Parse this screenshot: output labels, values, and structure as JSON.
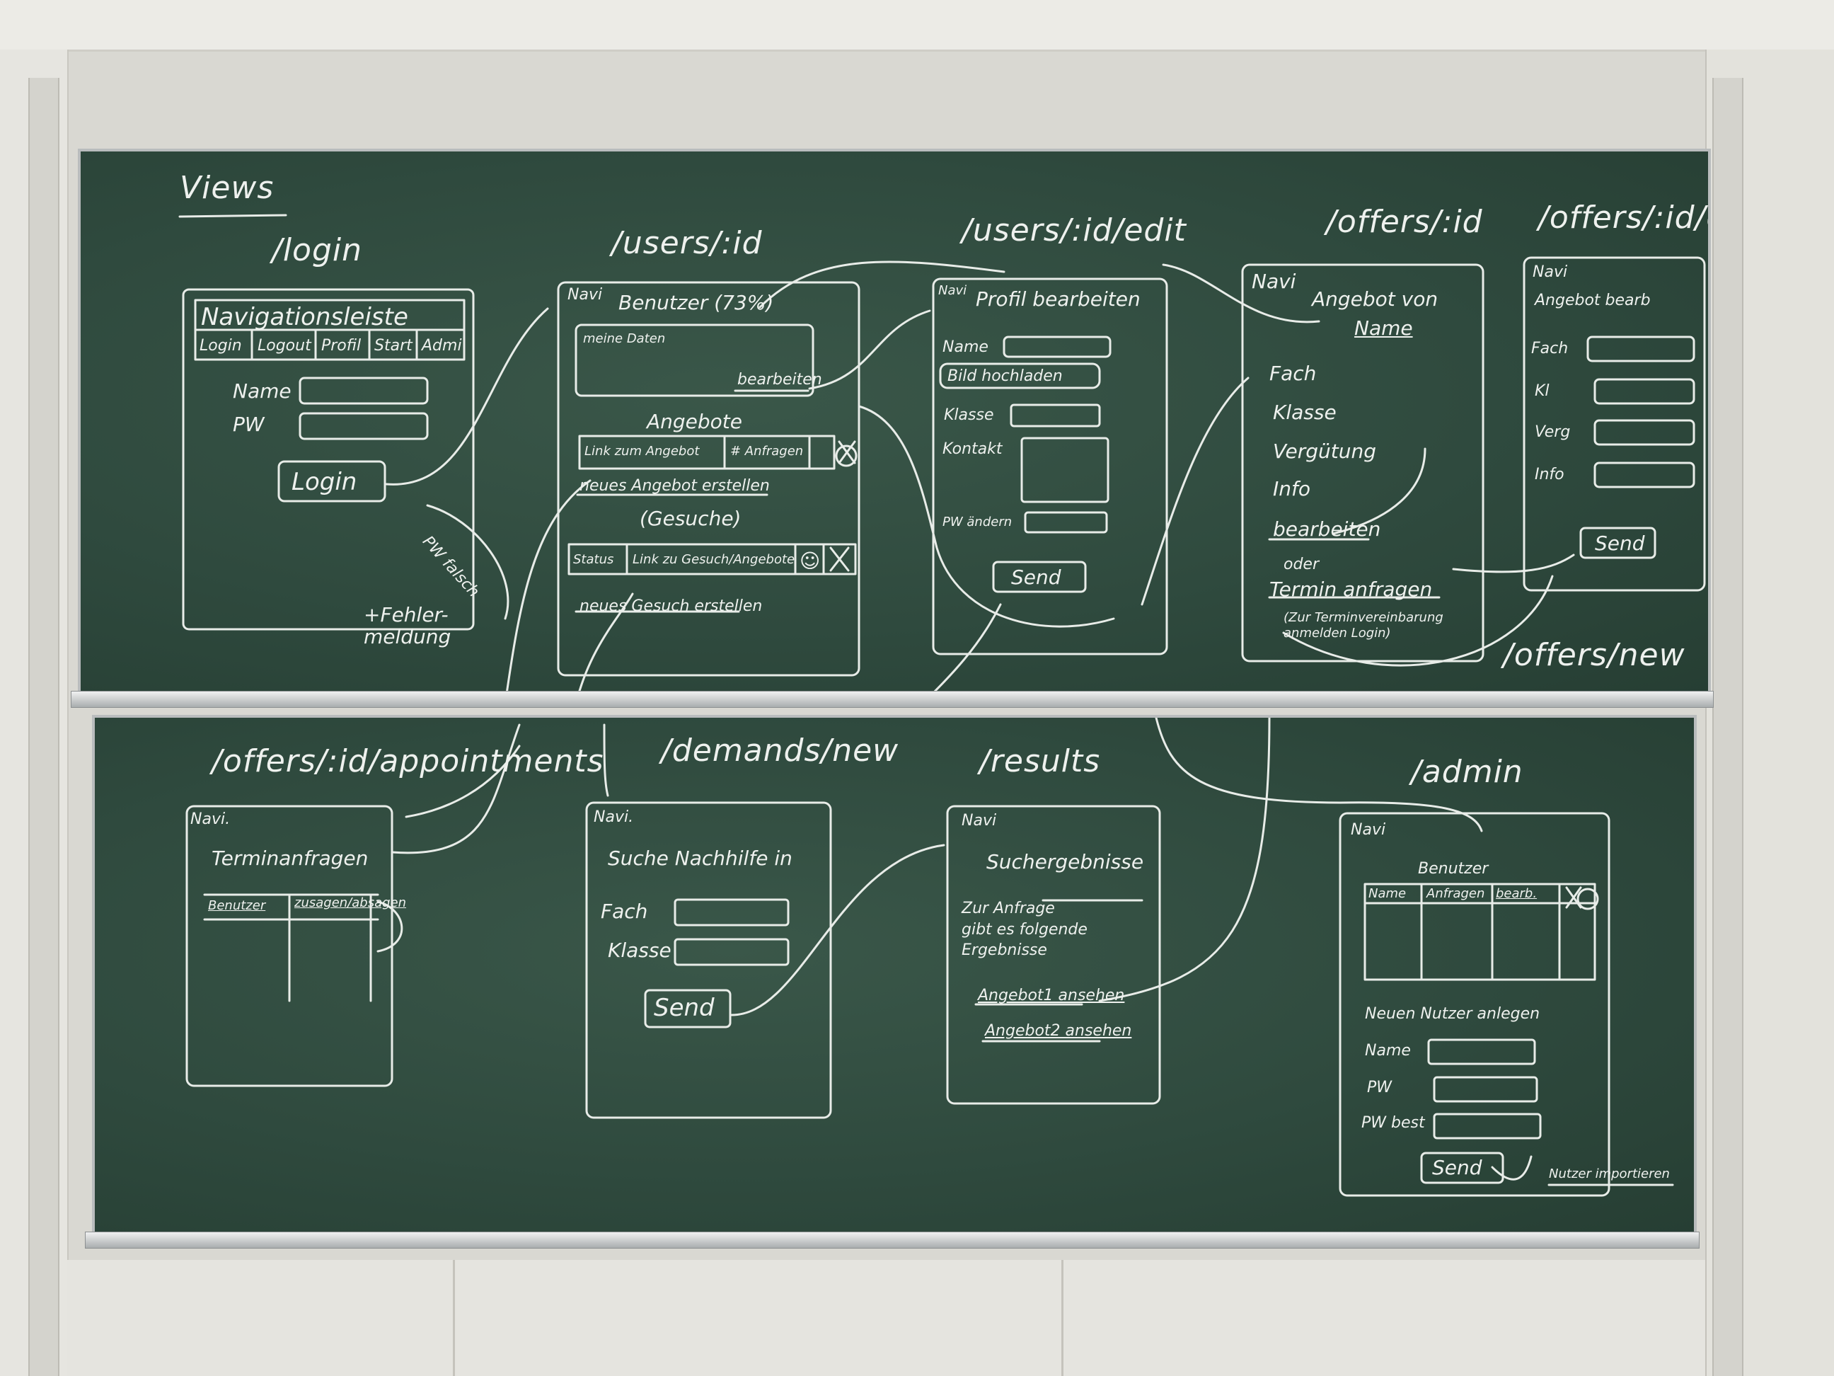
{
  "views_title": "Views",
  "login": {
    "route": "/login",
    "nav_title": "Navigationsleiste",
    "nav_items": [
      "Login",
      "Logout",
      "Profil",
      "Start",
      "Admi"
    ],
    "name_label": "Name",
    "pw_label": "PW",
    "login_button": "Login",
    "error_arrow": "PW falsch",
    "error_note": "+Fehler-\nmeldung"
  },
  "user": {
    "route": "/users/:id",
    "nav": "Navi",
    "title": "Benutzer (73%)",
    "my_data": "meine Daten",
    "edit_link": "bearbeiten",
    "offers_heading": "Angebote",
    "offers_cols": [
      "Link zum Angebot",
      "# Anfragen"
    ],
    "new_offer": "neues Angebot erstellen",
    "requests_heading": "(Gesuche)",
    "requests_cols": [
      "Status",
      "Link zu Gesuch/Angebote"
    ],
    "new_request": "neues Gesuch erstellen"
  },
  "user_edit": {
    "route": "/users/:id/edit",
    "nav": "Navi",
    "title": "Profil bearbeiten",
    "name_label": "Name",
    "upload_button": "Bild hochladen",
    "class_label": "Klasse",
    "contact_label": "Kontakt",
    "pw_change_label": "PW ändern",
    "send_button": "Send"
  },
  "offer": {
    "route": "/offers/:id",
    "nav": "Navi",
    "title": "Angebot von",
    "title_name": "Name",
    "fields": [
      "Fach",
      "Klasse",
      "Vergütung",
      "Info"
    ],
    "edit_link": "bearbeiten",
    "or": "oder",
    "appointment_link": "Termin anfragen",
    "note": "(Zur Terminvereinbarung\nanmelden Login)"
  },
  "offer_edit": {
    "route": "/offers/:id/edit",
    "nav": "Navi",
    "title": "Angebot bearb",
    "fields": [
      "Fach",
      "Kl",
      "Verg",
      "Info"
    ],
    "send_button": "Send",
    "new_route": "/offers/new"
  },
  "appointments": {
    "route": "/offers/:id/appointments",
    "nav": "Navi.",
    "title": "Terminanfragen",
    "cols": [
      "Benutzer",
      "zusagen/absagen"
    ]
  },
  "demand_new": {
    "route": "/demands/new",
    "nav": "Navi.",
    "title": "Suche Nachhilfe in",
    "subject_label": "Fach",
    "class_label": "Klasse",
    "send_button": "Send"
  },
  "results": {
    "route": "/results",
    "nav": "Navi",
    "title": "Suchergebnisse",
    "text": "Zur Anfrage\ngibt es folgende\nErgebnisse",
    "link1": "Angebot1 ansehen",
    "link2": "Angebot2 ansehen"
  },
  "admin": {
    "route": "/admin",
    "nav": "Navi",
    "users_heading": "Benutzer",
    "cols": [
      "Name",
      "Anfragen",
      "bearb."
    ],
    "new_user": "Neuen Nutzer anlegen",
    "name_label": "Name",
    "pw_label": "PW",
    "pw_confirm_label": "PW best",
    "send_button": "Send",
    "import_link": "Nutzer importieren"
  }
}
